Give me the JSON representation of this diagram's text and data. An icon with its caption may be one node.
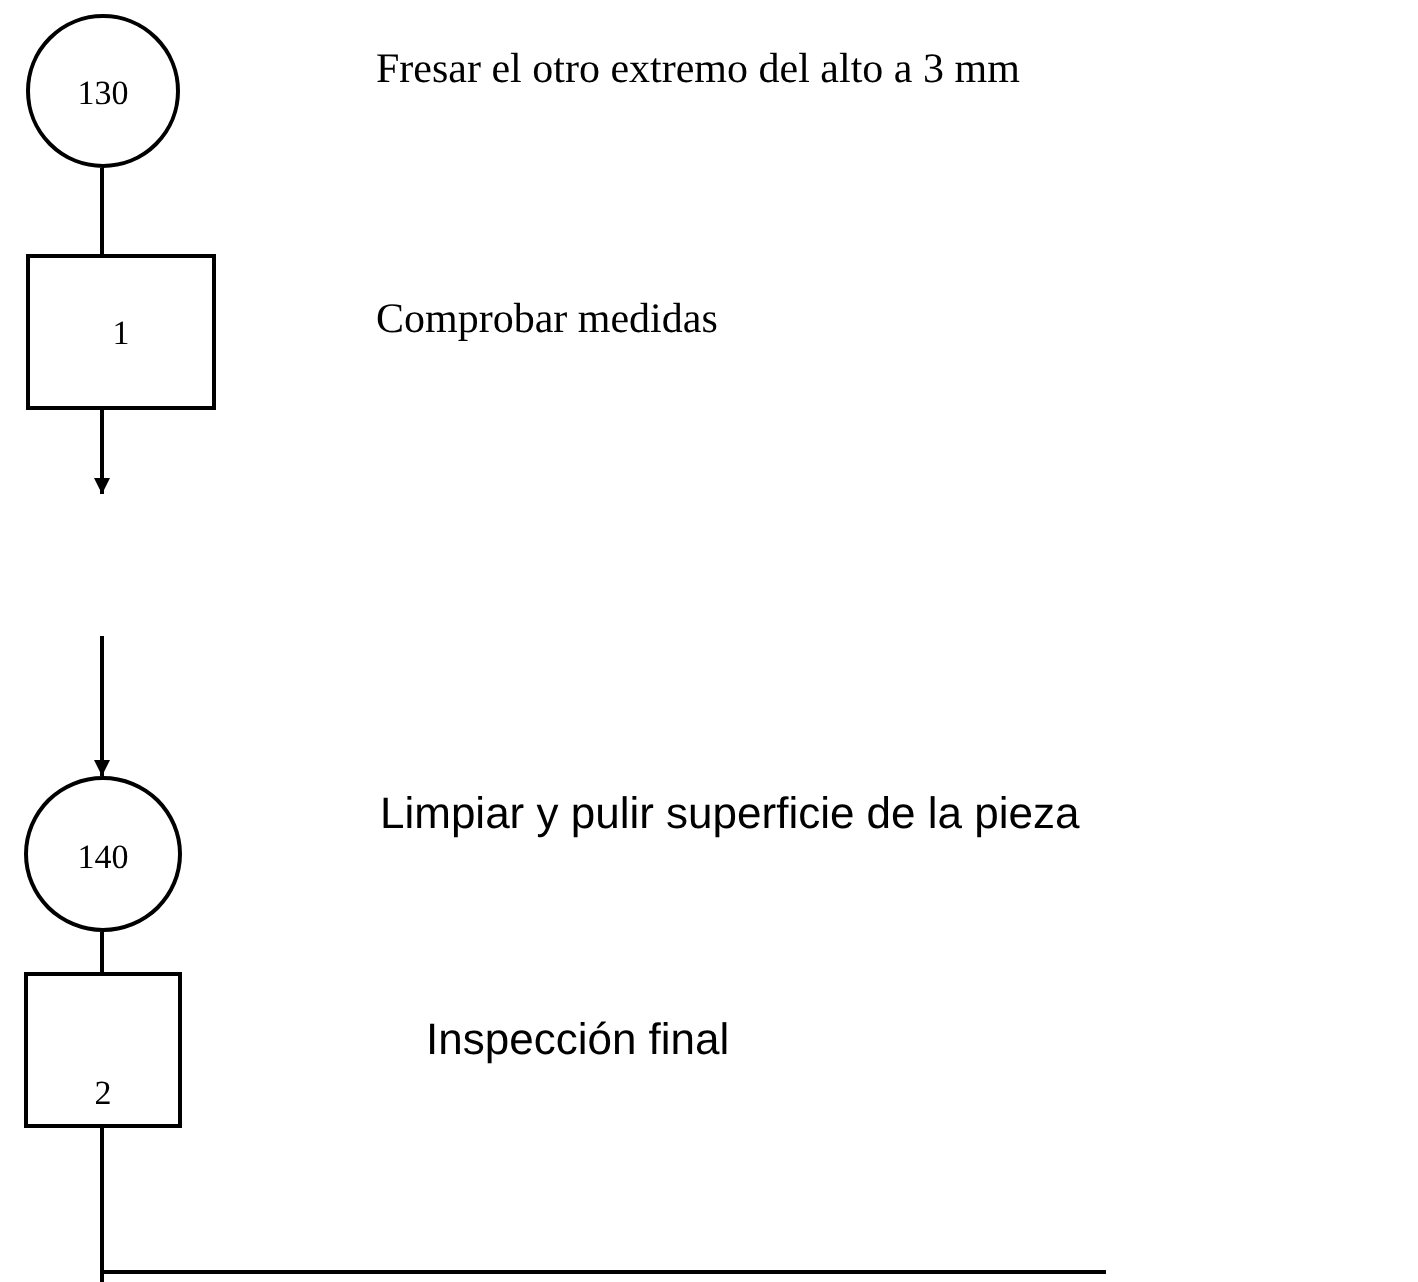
{
  "diagram": {
    "nodes": [
      {
        "text": [
          "130"
        ]
      },
      {
        "text": [
          "1"
        ]
      },
      {
        "text": [
          "140"
        ]
      },
      {
        "text": [
          "2"
        ]
      }
    ],
    "edges": [
      {
        "from": 0,
        "to": 1,
        "arrow": "none"
      },
      {
        "from": 1,
        "to": null,
        "arrow": "to"
      },
      {
        "from": null,
        "to": 2,
        "arrow": "to"
      },
      {
        "from": 2,
        "to": 3,
        "arrow": "none"
      },
      {
        "from": 3,
        "to": null,
        "arrow": "none"
      }
    ],
    "labels": [
      "Fresar el otro extremo del alto a 3 mm",
      "Comprobar medidas",
      "Limpiar y pulir superficie de la pieza",
      "Inspección final"
    ]
  }
}
